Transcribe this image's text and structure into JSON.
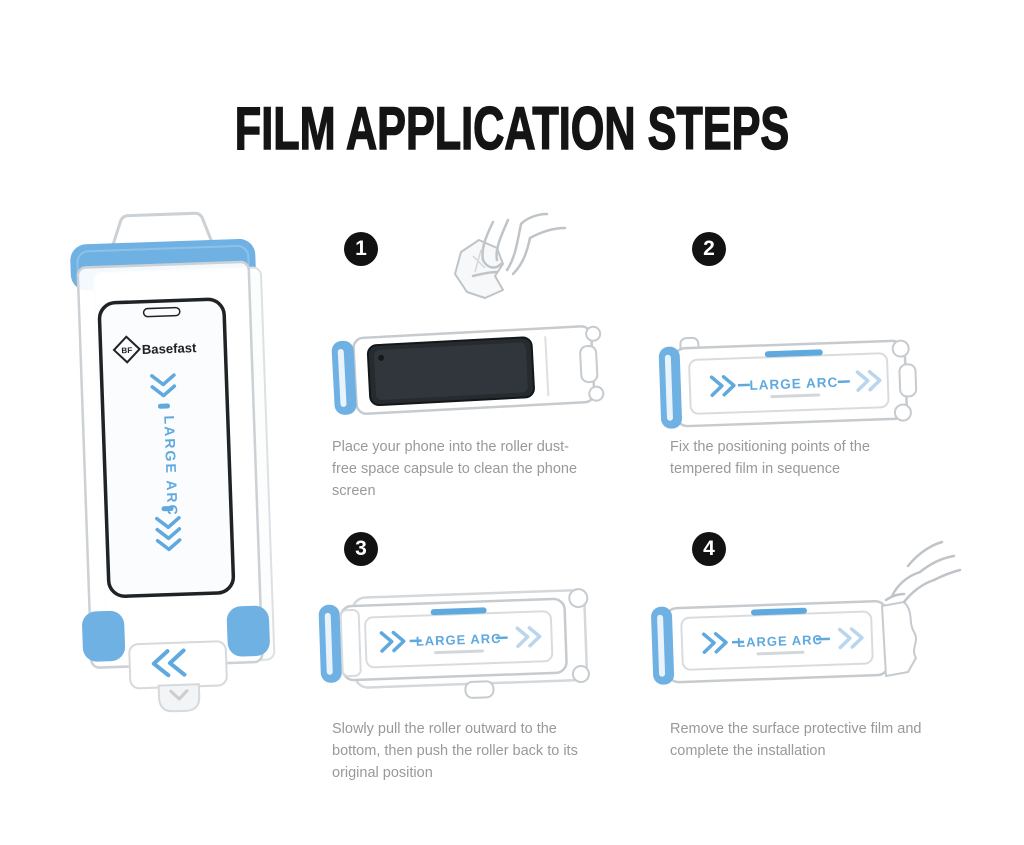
{
  "title": "FILM APPLICATION STEPS",
  "product": {
    "brand_initials": "BF",
    "brand_name": "Basefast",
    "film_label": "LARGE ARC"
  },
  "steps": [
    {
      "number": "1",
      "caption": "Place your phone into the roller dust-free space capsule to clean the phone screen"
    },
    {
      "number": "2",
      "caption": "Fix the positioning points of the tempered film in sequence"
    },
    {
      "number": "3",
      "caption": "Slowly pull the roller outward to the bottom, then push the roller back to its original position"
    },
    {
      "number": "4",
      "caption": "Remove the surface protective film and complete the installation"
    }
  ],
  "colors": {
    "accent_blue": "#5FA9DE",
    "cap_blue": "#6FB1E3",
    "badge_black": "#121212",
    "caption_gray": "#97999B",
    "line_gray": "#C6CBCF"
  }
}
